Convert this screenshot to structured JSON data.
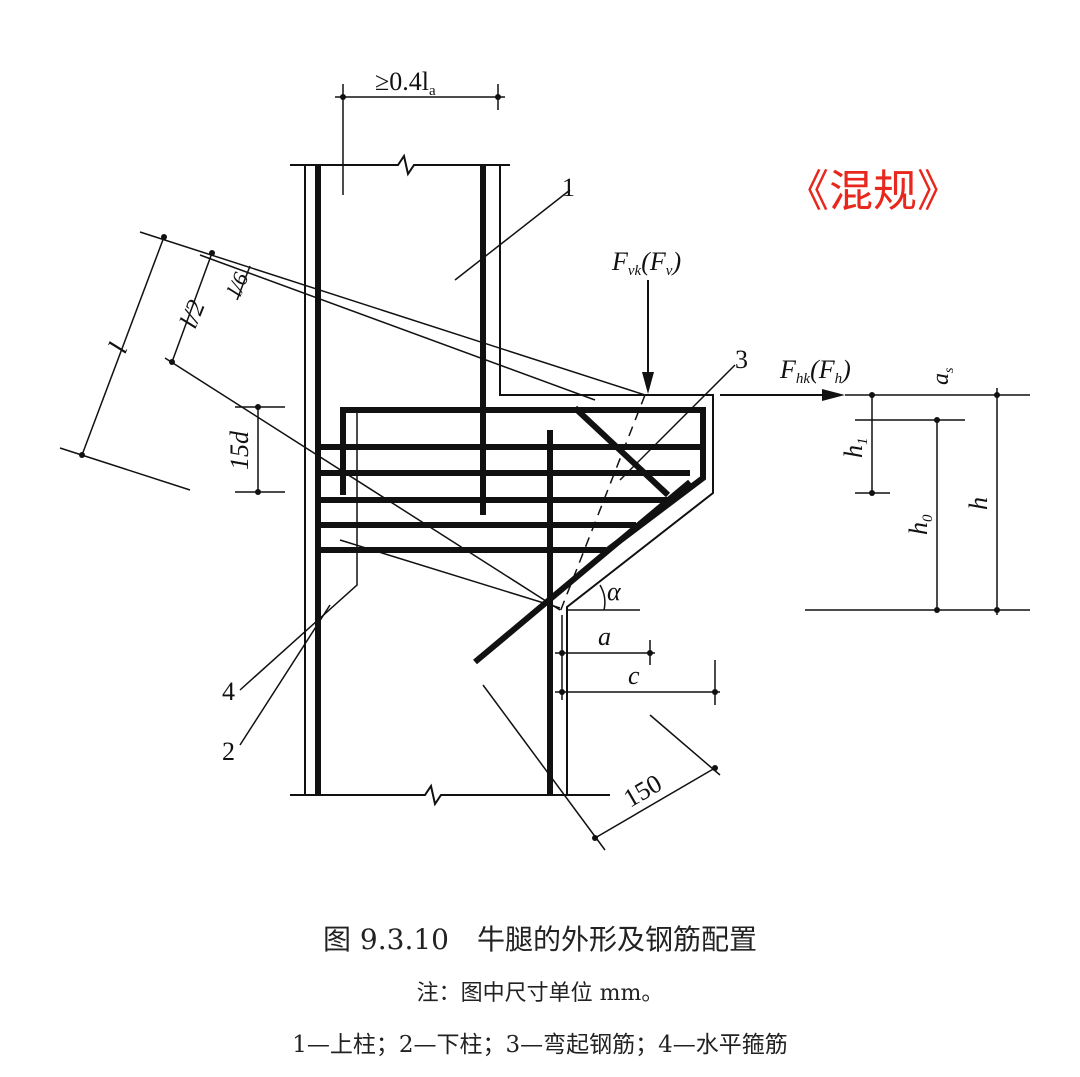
{
  "labels": {
    "anchor": "≥0.4l",
    "anchor_sub": "a",
    "l": "l",
    "l2": "l/2",
    "l6": "l/6",
    "d15": "15d",
    "n1": "1",
    "n2": "2",
    "n3": "3",
    "n4": "4",
    "fv": "F",
    "fv_sub": "vk",
    "fv_paren": "(F",
    "fv_paren_sub": "v",
    "fh": "F",
    "fh_sub": "hk",
    "fh_paren": "(F",
    "fh_paren_sub": "h",
    "as": "a",
    "as_sub": "s",
    "h1": "h",
    "h1_sub": "1",
    "h0": "h",
    "h0_sub": "0",
    "h": "h",
    "alpha": "α",
    "a": "a",
    "c": "c",
    "d150": "150"
  },
  "watermark": "《混规》",
  "caption": {
    "title": "图 9.3.10　牛腿的外形及钢筋配置",
    "note": "注：图中尺寸单位 mm。",
    "legend": "1—上柱；2—下柱；3—弯起钢筋；4—水平箍筋"
  }
}
